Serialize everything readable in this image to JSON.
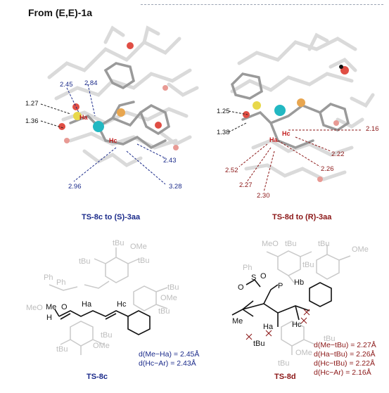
{
  "header": {
    "title": "From (E,E)-1a"
  },
  "left_3d": {
    "dist_blue": [
      "2.45",
      "2.84",
      "2.43",
      "2.96",
      "3.28"
    ],
    "dist_black": [
      "1.27",
      "1.36"
    ],
    "atoms": [
      "Ha",
      "Hc"
    ],
    "caption": "TS-8c to (S)-3aa"
  },
  "right_3d": {
    "dist_red": [
      "2.16",
      "2.22",
      "2.26",
      "2.52",
      "2.27",
      "2.30"
    ],
    "dist_black": [
      "1.25",
      "1.38"
    ],
    "atoms": [
      "Hc",
      "Ha"
    ],
    "caption": "TS-8d to (R)-3aa"
  },
  "left_2d": {
    "groups": [
      "tBu",
      "OMe",
      "tBu",
      "tBu",
      "Ph",
      "Ph",
      "MeO",
      "tBu",
      "OMe",
      "tBu",
      "tBu",
      "OMe",
      "tBu"
    ],
    "core_labels": [
      "Me",
      "O",
      "H",
      "Ha",
      "Hc"
    ],
    "notes": [
      "d(Me−Ha) = 2.45Å",
      "d(Hc−Ar) = 2.43Å"
    ],
    "caption": "TS-8c"
  },
  "right_2d": {
    "groups": [
      "MeO",
      "tBu",
      "tBu",
      "OMe",
      "Ph",
      "tBu",
      "tBu",
      "OMe",
      "tBu"
    ],
    "core_labels": [
      "S",
      "O",
      "O",
      "P",
      "Hb",
      "Me",
      "Ha",
      "Hc",
      "tBu"
    ],
    "notes": [
      "d(Me−tBu) = 2.27Å",
      "d(Ha−tBu) = 2.26Å",
      "d(Hc−tBu) = 2.22Å",
      "d(Hc−Ar) = 2.16Å"
    ],
    "caption": "TS-8d"
  },
  "colors": {
    "blue": "#1a2a8a",
    "red": "#8b1616",
    "grey": "#c7c7c7",
    "teal": "#1fb5c0",
    "sulfur": "#e3d03a",
    "phos": "#e0a24a",
    "oxygen": "#d9433a"
  }
}
